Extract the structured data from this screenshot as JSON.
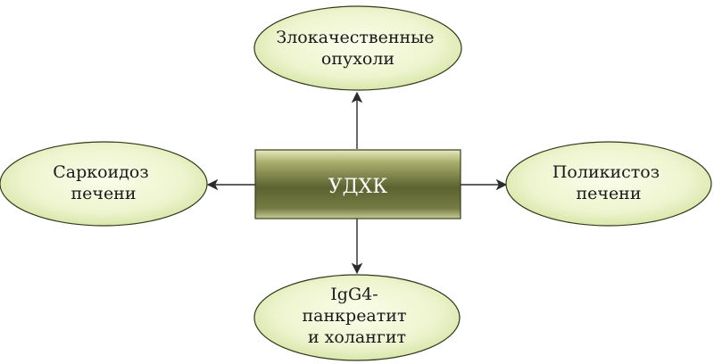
{
  "center": {
    "label": "УДХК",
    "colors": {
      "dark": "#5b6230",
      "light": "#e6ebc0"
    }
  },
  "nodes": {
    "top": {
      "lines": [
        "Злокачественные",
        "опухоли"
      ]
    },
    "left": {
      "lines": [
        "Саркоидоз",
        "печени"
      ]
    },
    "right": {
      "lines": [
        "Поликистоз",
        "печени"
      ]
    },
    "bottom": {
      "lines": [
        "IgG4-",
        "панкреатит",
        "и холангит"
      ]
    }
  },
  "colors": {
    "ellipse_fill_inner": "#fbfde9",
    "ellipse_fill_outer": "#d3e2a0",
    "ellipse_stroke": "#2f3a1a",
    "connector": "#2b2b2b"
  }
}
